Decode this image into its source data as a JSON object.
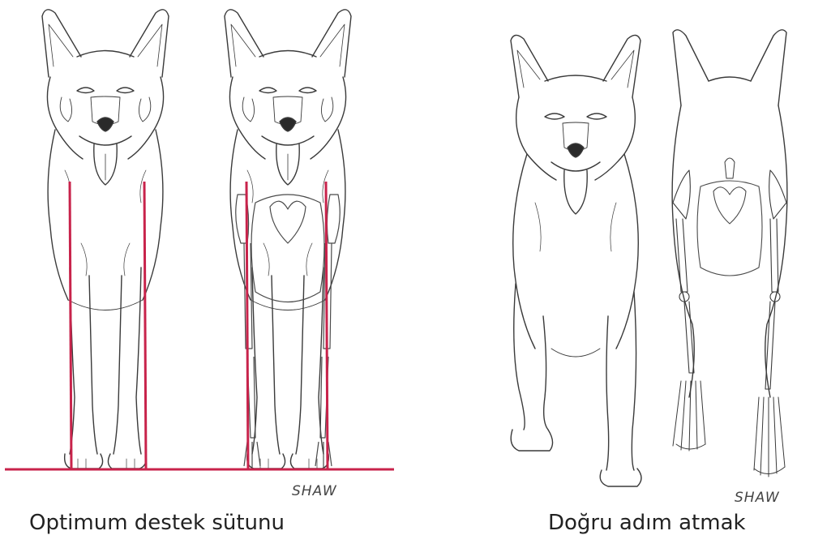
{
  "captions": {
    "left": "Optimum destek sütunu",
    "right": "Doğru adım atmak"
  },
  "signatures": {
    "left": "SHAW",
    "right": "SHAW"
  },
  "colors": {
    "support_line": "#c8234b",
    "ink": "#3a3a3a",
    "paper": "#ffffff"
  }
}
